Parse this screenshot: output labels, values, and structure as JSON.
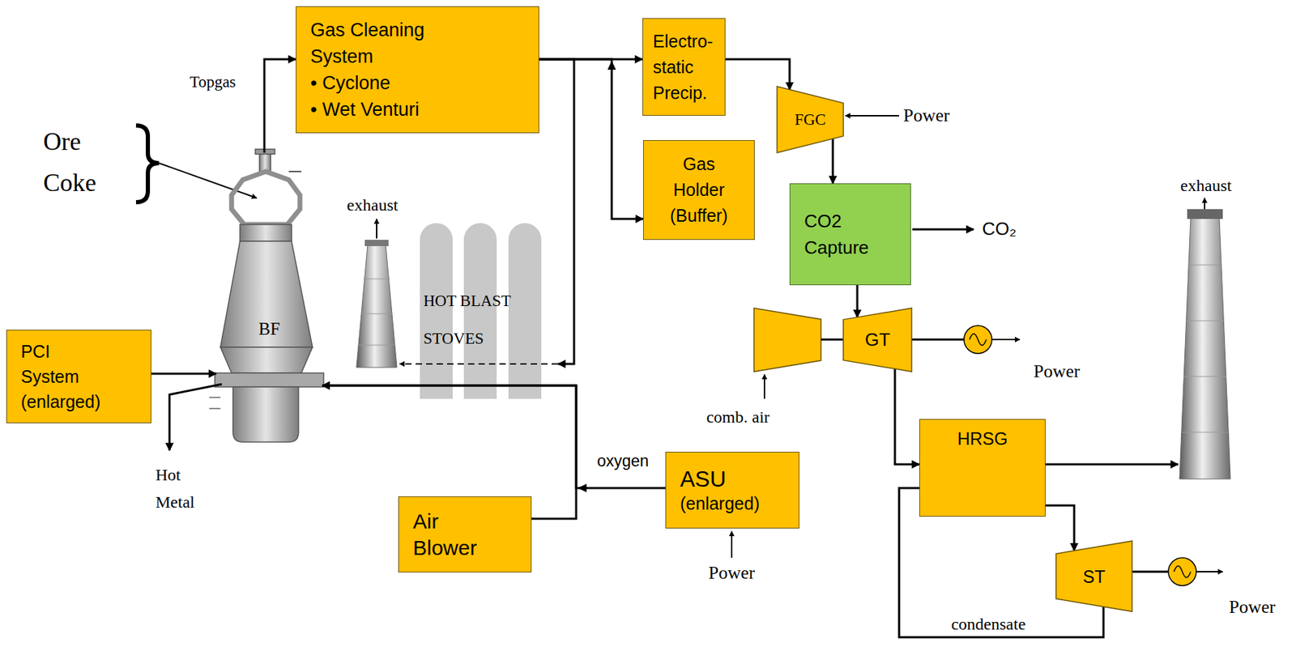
{
  "diagram": {
    "nodes": [
      {
        "text": [
          "Gas Cleaning System",
          "• Cyclone",
          "• Wet Venturi"
        ]
      },
      {
        "text": [
          "Electro- static Precip."
        ]
      },
      {
        "text": [
          "Gas Holder (Buffer)"
        ]
      },
      {
        "text": [
          "FGC"
        ]
      },
      {
        "text": [
          "CO2 Capture"
        ]
      },
      {
        "text": [
          "BF"
        ]
      },
      {
        "text": [
          "HOT BLAST STOVES"
        ]
      },
      {
        "text": [
          "PCI System (enlarged)"
        ]
      },
      {
        "text": [
          "GT"
        ]
      },
      {
        "text": [
          "HRSG"
        ]
      },
      {
        "text": [
          "Air Blower"
        ]
      },
      {
        "text": [
          "ASU",
          "(enlarged)"
        ]
      },
      {
        "text": [
          "ST"
        ]
      }
    ],
    "edges": [
      {
        "from": 5,
        "to": 0,
        "arrow": "to"
      },
      {
        "from": 0,
        "to": 1,
        "arrow": "to"
      },
      {
        "from": 0,
        "to": 2,
        "arrow": "to"
      },
      {
        "from": 0,
        "to": 6,
        "arrow": "to"
      },
      {
        "from": 1,
        "to": 3,
        "arrow": "to"
      },
      {
        "from": 3,
        "to": 4,
        "arrow": "to"
      },
      {
        "from": 4,
        "to": 8,
        "arrow": "to"
      },
      {
        "from": 8,
        "to": 9,
        "arrow": "to"
      },
      {
        "from": 9,
        "to": 12,
        "arrow": "to"
      },
      {
        "from": 12,
        "to": 9,
        "label": "condensate",
        "arrow": "none"
      },
      {
        "from": 7,
        "to": 5,
        "arrow": "to"
      },
      {
        "from": 10,
        "to": 5,
        "arrow": "to"
      },
      {
        "from": 11,
        "to": 5,
        "label": "oxygen",
        "arrow": "to"
      }
    ],
    "labels": [
      "Topgas",
      "Ore",
      "Coke",
      "exhaust",
      "Power",
      "CO₂",
      "exhaust",
      "Power",
      "comb. air",
      "Hot Metal",
      "Power",
      "Power"
    ]
  }
}
